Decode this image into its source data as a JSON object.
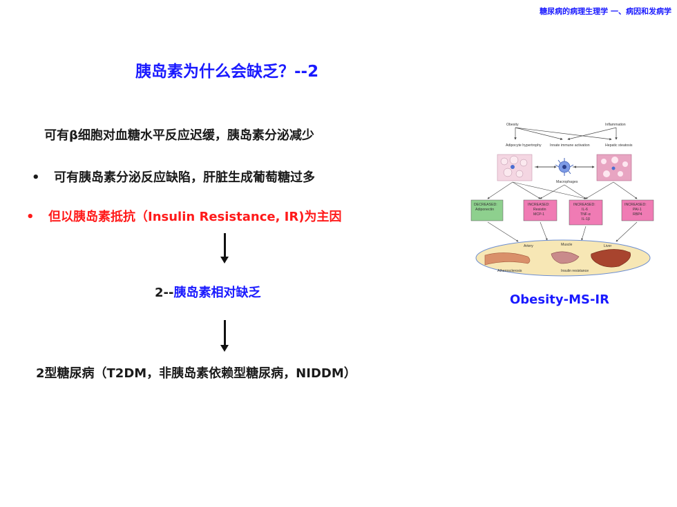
{
  "header": {
    "tag": "糖尿病的病理生理学 一、病因和发病学"
  },
  "title": "胰岛素为什么会缺乏？--2",
  "lines": {
    "line1": "可有β细胞对血糖水平反应迟缓，胰岛素分泌减少",
    "line2_bullet": "•",
    "line2": "可有胰岛素分泌反应缺陷，肝脏生成葡萄糖过多",
    "line3_bullet": "•",
    "line3": "但以胰岛素抵抗（Insulin Resistance, IR)为主因"
  },
  "relative": {
    "prefix": "2--",
    "text": "胰岛素相对缺乏"
  },
  "t2dm": "2型糖尿病（T2DM，非胰岛素依赖型糖尿病，NIDDM）",
  "figure": {
    "caption": "Obesity-MS-IR",
    "top_labels": [
      "Obesity",
      "Inflammation"
    ],
    "mid_labels": [
      "Adipocyte hypertrophy",
      "Innate immune activation",
      "Hepatic steatosis"
    ],
    "macrophage_label": "Macrophages",
    "boxes": [
      {
        "head": "DECREASED:",
        "body": [
          "Adiponectin"
        ],
        "color": "#8ed08e"
      },
      {
        "head": "INCREASED:",
        "body": [
          "Resistin",
          "MCP-1"
        ],
        "color": "#f07bb4"
      },
      {
        "head": "INCREASED:",
        "body": [
          "IL-6",
          "TNF-α",
          "IL-1β"
        ],
        "color": "#f07bb4"
      },
      {
        "head": "INCREASED:",
        "body": [
          "PAI-1",
          "RBP4"
        ],
        "color": "#f07bb4"
      }
    ],
    "organ_labels": [
      "Artery",
      "Muscle",
      "Liver"
    ],
    "bottom_labels": [
      "Atherosclerosis",
      "Insulin resistance"
    ]
  }
}
